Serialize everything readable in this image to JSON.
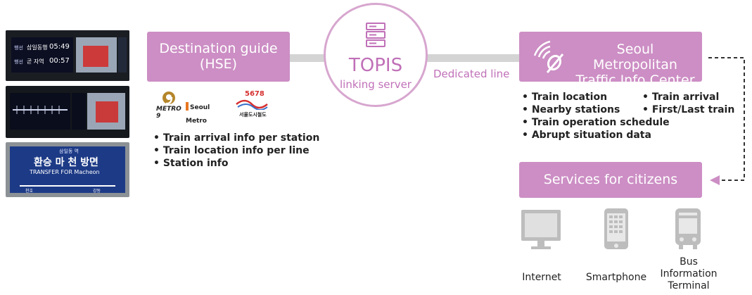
{
  "photos": {
    "photo1": {
      "row1_a": "행선",
      "row1_b": "삼일동행",
      "row1_time": "05:49",
      "row2_a": "행선",
      "row2_b": "곧 자역",
      "row2_time": "00:57"
    },
    "photo2": {},
    "photo3": {
      "top": "삼일동 역",
      "main": "환승 마 천 방면",
      "sub": "TRANSFER FOR Macheon",
      "left": "천호",
      "right": "강동"
    }
  },
  "destination_box": {
    "line1": "Destination guide",
    "line2": "(HSE)"
  },
  "logos": {
    "metro9": "METRO 9",
    "seoul_metro": "Seoul Metro",
    "seoul_num": "5678",
    "seoul_sub": "서울도시철도"
  },
  "left_bullets": [
    "• Train arrival info per station",
    "• Train location info per line",
    "• Station info"
  ],
  "topis": {
    "name": "TOPIS",
    "sub": "linking server"
  },
  "dedicated_line": "Dedicated line",
  "seoul_box": {
    "line1": "Seoul Metropolitan",
    "line2": "Traffic Info Center"
  },
  "right_bullets": {
    "col1": [
      "• Train location",
      "• Nearby stations",
      "• Train operation schedule",
      "• Abrupt situation data"
    ],
    "col2": [
      "• Train arrival",
      "• First/Last train"
    ]
  },
  "services_box": {
    "label": "Services for citizens"
  },
  "services": [
    {
      "icon": "monitor-icon",
      "label": "Internet"
    },
    {
      "icon": "smartphone-icon",
      "label": "Smartphone"
    },
    {
      "icon": "bus-terminal-icon",
      "label_lines": [
        "Bus",
        "Information",
        "Terminal"
      ]
    }
  ],
  "colors": {
    "pink": "#cc8ec4",
    "pink_text": "#c070b8",
    "connector": "#d4d4d4",
    "icon_gray": "#bdbdbd"
  }
}
